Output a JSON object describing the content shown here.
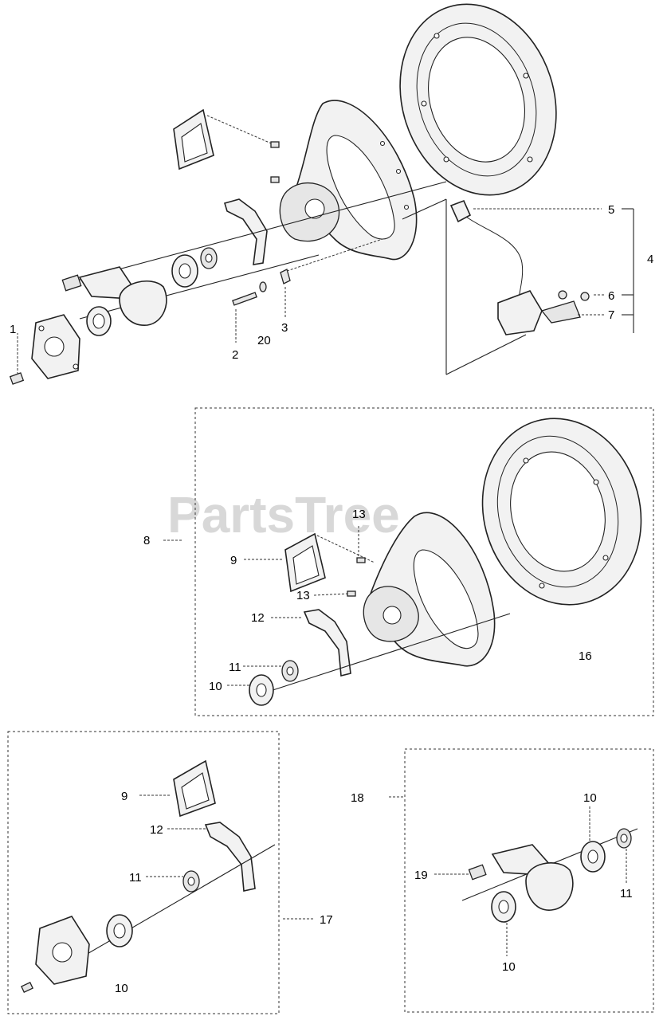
{
  "watermark": "PartsTree",
  "callouts": {
    "c1": "1",
    "c2": "2",
    "c3": "3",
    "c4": "4",
    "c5": "5",
    "c6": "6",
    "c7": "7",
    "c20": "20",
    "c8": "8",
    "c9a": "9",
    "c13a": "13",
    "c13b": "13",
    "c12a": "12",
    "c11a": "11",
    "c10a": "10",
    "c16": "16",
    "c9b": "9",
    "c12b": "12",
    "c11b": "11",
    "c17": "17",
    "c10b": "10",
    "c18": "18",
    "c10c": "10",
    "c19": "19",
    "c11c": "11",
    "c10d": "10"
  }
}
